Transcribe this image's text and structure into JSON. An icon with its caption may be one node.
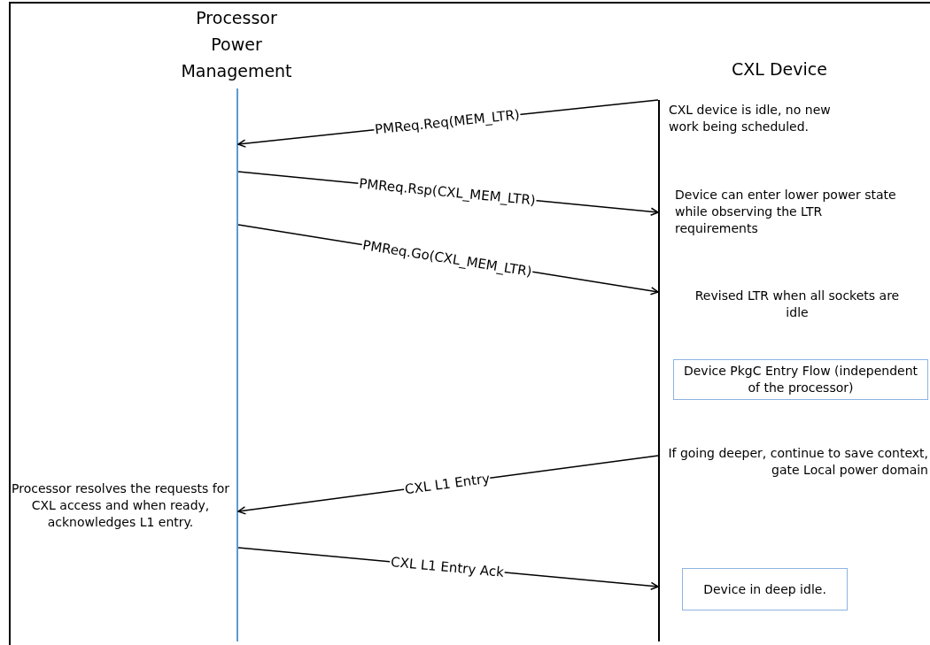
{
  "diagram": {
    "nodes": [
      {
        "text": [
          "Processor Power Management"
        ]
      },
      {
        "text": [
          "CXL Device"
        ]
      },
      {
        "text": [
          "Device PkgC Entry Flow (independent of the processor)"
        ]
      },
      {
        "text": [
          "Device in deep idle."
        ]
      }
    ],
    "edges": [
      {
        "from": 1,
        "to": 0,
        "arrow": "to",
        "label": "PMReq.Req(MEM_LTR)"
      },
      {
        "from": 0,
        "to": 1,
        "arrow": "to",
        "label": "PMReq.Rsp(CXL_MEM_LTR)"
      },
      {
        "from": 0,
        "to": 1,
        "arrow": "to",
        "label": "PMReq.Go(CXL_MEM_LTR)"
      },
      {
        "from": 1,
        "to": 0,
        "arrow": "to",
        "label": "CXL L1 Entry"
      },
      {
        "from": 0,
        "to": 1,
        "arrow": "to",
        "label": "CXL L1 Entry Ack"
      }
    ],
    "labels": [
      "CXL device is idle, no new work being scheduled.",
      "Device can enter lower power state while observing the LTR requirements",
      "Revised LTR when all sockets are idle",
      "If going deeper, continue to save context, gate Local power domain",
      "Processor resolves the requests for CXL access and when ready, acknowledges L1 entry."
    ]
  }
}
